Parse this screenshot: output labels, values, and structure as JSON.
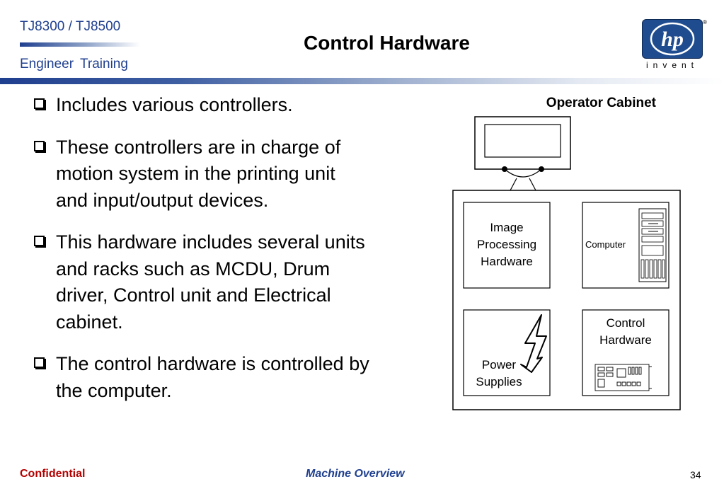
{
  "header": {
    "product": "TJ8300 / TJ8500",
    "subtitle": "Engineer  Training"
  },
  "title": "Control Hardware",
  "logo": {
    "letters": "hp",
    "tagline": "invent",
    "reg": "®"
  },
  "bullets": [
    {
      "text": "Includes various controllers."
    },
    {
      "text": "These controllers are in charge of motion system in the printing unit and input/output devices."
    },
    {
      "text": "This hardware includes several units and racks such as MCDU, Drum driver, Control unit and Electrical cabinet."
    },
    {
      "text": "The control hardware is controlled by the computer."
    }
  ],
  "diagram": {
    "cabinet_label": "Operator Cabinet",
    "image_processing": [
      "Image",
      "Processing",
      "Hardware"
    ],
    "computer": "Computer",
    "power_supplies": [
      "Power",
      "Supplies"
    ],
    "control_hardware": [
      "Control",
      "Hardware"
    ]
  },
  "footer": {
    "left": "Confidential",
    "middle": "Machine Overview",
    "page": "34"
  }
}
